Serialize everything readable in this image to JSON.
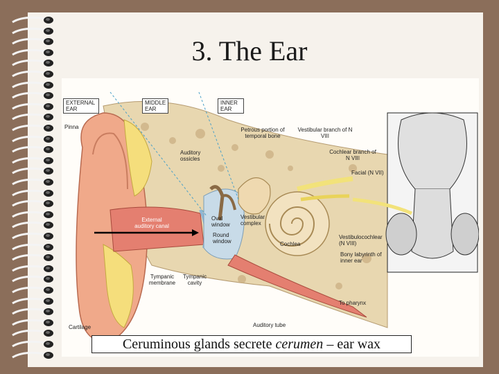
{
  "title": "3.  The Ear",
  "caption": {
    "before": "Ceruminous glands secrete ",
    "emphasis": "cerumen",
    "after": " – ear wax"
  },
  "regions": {
    "external": "EXTERNAL EAR",
    "middle": "MIDDLE EAR",
    "inner": "INNER EAR"
  },
  "labels": {
    "pinna": "Pinna",
    "external_canal": "External auditory canal",
    "auditory_ossicles": "Auditory ossicles",
    "petrous": "Petrous portion of temporal bone",
    "vestibular_branch": "Vestibular branch of N VIII",
    "cochlear_branch": "Cochlear branch of N VIII",
    "facial": "Facial (N VII)",
    "oval_window": "Oval window",
    "round_window": "Round window",
    "vestibular_complex": "Vestibular complex",
    "cochlea": "Cochlea",
    "vestibulocochlear": "Vestibulocochlear (N VIII)",
    "bony_labyrinth": "Bony labyrinth of inner ear",
    "tympanic_membrane": "Tympanic membrane",
    "tympanic_cavity": "Tympanic cavity",
    "to_pharynx": "To pharynx",
    "cartilage": "Cartilage",
    "auditory_tube": "Auditory tube"
  }
}
